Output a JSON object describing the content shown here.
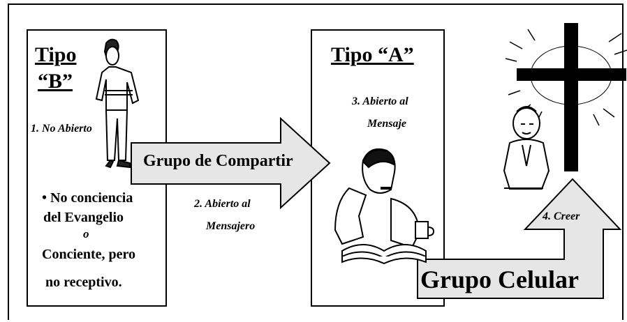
{
  "type_b": {
    "title_line1": "Tipo",
    "title_line2": "“B”",
    "step1": "1. No Abierto",
    "bullet": "• No conciencia",
    "bullet_line2": "del Evangelio",
    "or": "o",
    "alt_line1": "Conciente, pero",
    "alt_line2": "no receptivo."
  },
  "arrow_sharing": {
    "label": "Grupo de Compartir"
  },
  "step2": {
    "line1": "2. Abierto al",
    "line2": "Mensajero"
  },
  "type_a": {
    "title": "Tipo “A”",
    "step3_line1": "3. Abierto al",
    "step3_line2": "Mensaje"
  },
  "arrow_cell": {
    "step4": "4. Creer",
    "label": "Grupo Celular"
  },
  "colors": {
    "arrow_fill": "#e6e6e6",
    "line": "#000000"
  }
}
